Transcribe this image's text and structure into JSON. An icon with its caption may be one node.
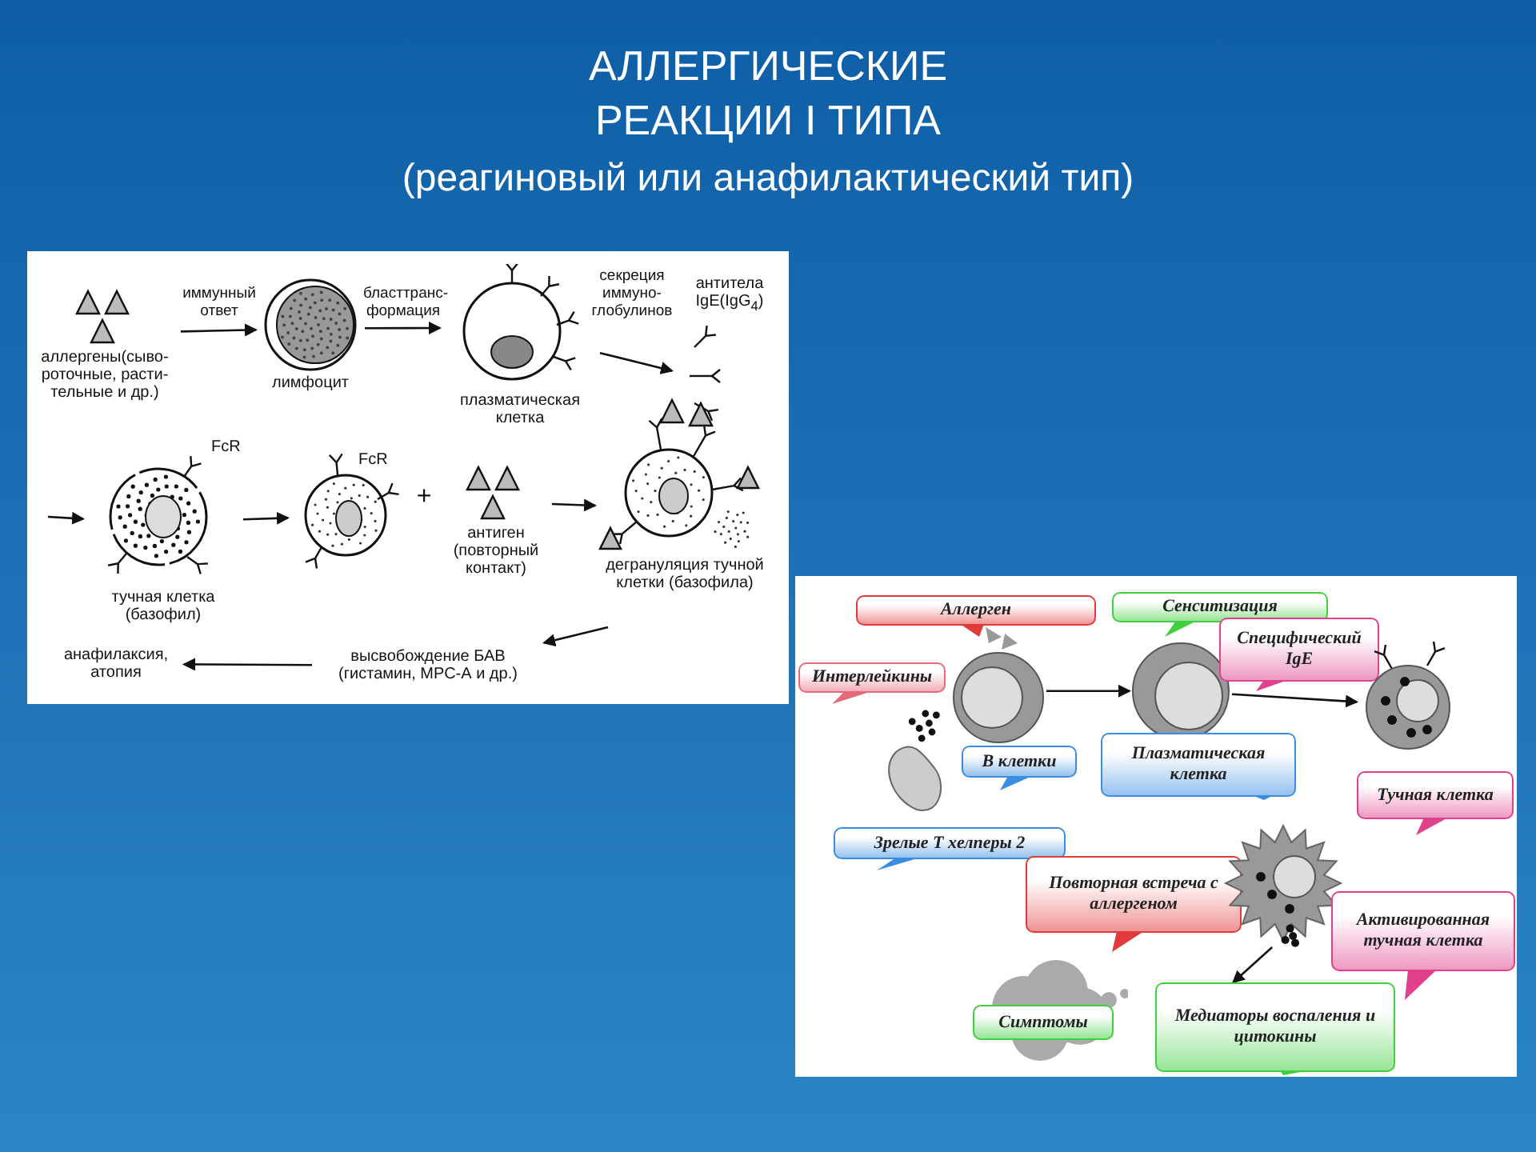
{
  "diagram": {
    "title": "АЛЛЕРГИЧЕСКИЕ РЕАКЦИИ I ТИПА",
    "nodes": [
      {
        "text": [
          "аллергены(сыво- роточные, расти- тельные и др.)"
        ]
      },
      {
        "text": [
          "лимфоцит"
        ]
      },
      {
        "text": [
          "плазматическая клетка"
        ]
      },
      {
        "text": [
          "антитела IgE(IgG$_{4}$)"
        ]
      },
      {
        "text": [
          "тучная клетка (базофил)"
        ],
        "beside": [
          "FcR"
        ]
      },
      {
        "text": [],
        "shape": "picture",
        "beside": [
          "FcR"
        ]
      },
      {
        "text": [
          "антиген (повторный контакт)"
        ]
      },
      {
        "text": [
          "дегрануляция тучной клетки (базофила)"
        ]
      },
      {
        "text": [
          "высвобождение БАВ (гистамин, МРС-А и др.)"
        ]
      },
      {
        "text": [
          "анафилаксия, атопия"
        ]
      },
      {
        "text": [
          "Аллерген"
        ]
      },
      {
        "text": [
          "Сенситизация"
        ]
      },
      {
        "text": [
          "Интерлейкины"
        ]
      },
      {
        "text": [],
        "shape": "picture"
      },
      {
        "text": [],
        "shape": "picture"
      },
      {
        "text": [
          "Специфический IgE"
        ]
      },
      {
        "text": [],
        "shape": "picture"
      },
      {
        "text": [
          "В клетки"
        ]
      },
      {
        "text": [
          "Плазматическая клетка"
        ]
      },
      {
        "text": [
          "Тучная клетка"
        ]
      },
      {
        "text": [],
        "shape": "picture"
      },
      {
        "text": [
          "Зрелые Т хелперы 2"
        ]
      },
      {
        "text": [
          "Повторная встреча с аллергеном"
        ]
      },
      {
        "text": [],
        "shape": "picture"
      },
      {
        "text": [
          "Активированная тучная клетка"
        ]
      },
      {
        "text": [],
        "shape": "cloud"
      },
      {
        "text": [
          "Симптомы"
        ]
      },
      {
        "text": [
          "Медиаторы воспаления и цитокины"
        ]
      }
    ],
    "edges": [
      {
        "from": 0,
        "to": 1,
        "arrow": "to",
        "label": "иммунный ответ"
      },
      {
        "from": 1,
        "to": 2,
        "arrow": "to",
        "label": "бласттранс- формация"
      },
      {
        "from": 2,
        "to": 3,
        "arrow": "to",
        "label": "секреция иммуно- глобулинов"
      },
      {
        "from": null,
        "to": 4,
        "arrow": "to"
      },
      {
        "from": 4,
        "to": 5,
        "arrow": "to"
      },
      {
        "from": 6,
        "to": 7,
        "arrow": "to"
      },
      {
        "from": 7,
        "to": 8,
        "arrow": "to"
      },
      {
        "from": 8,
        "to": 9,
        "arrow": "to"
      },
      {
        "from": 13,
        "to": 14,
        "arrow": "to"
      },
      {
        "from": 14,
        "to": 16,
        "arrow": "to"
      },
      {
        "from": 23,
        "to": 27,
        "arrow": "to"
      }
    ],
    "labels": [
      "(реагиновый или анафилактический тип)",
      "+"
    ]
  }
}
